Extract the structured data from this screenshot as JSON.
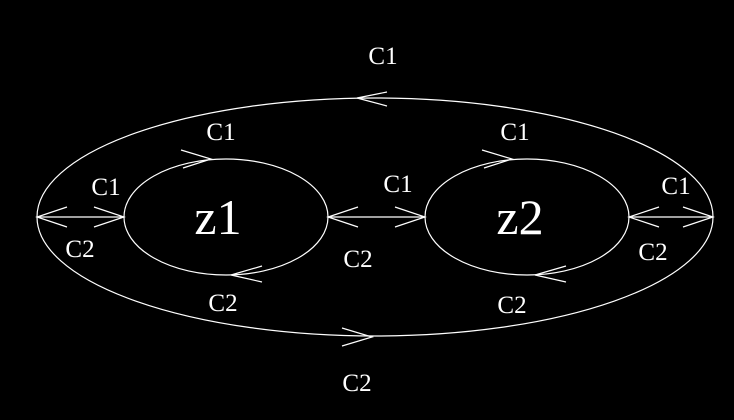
{
  "colors": {
    "background": "#000000",
    "stroke": "#ffffff"
  },
  "nodes": {
    "z1": "z1",
    "z2": "z2"
  },
  "labels": {
    "outer_top": "C1",
    "outer_bottom": "C2",
    "z1_top": "C1",
    "z1_bottom": "C2",
    "z2_top": "C1",
    "z2_bottom": "C2",
    "left_top": "C1",
    "left_bottom": "C2",
    "middle_top": "C1",
    "middle_bottom": "C2",
    "right_top": "C1",
    "right_bottom": "C2"
  }
}
